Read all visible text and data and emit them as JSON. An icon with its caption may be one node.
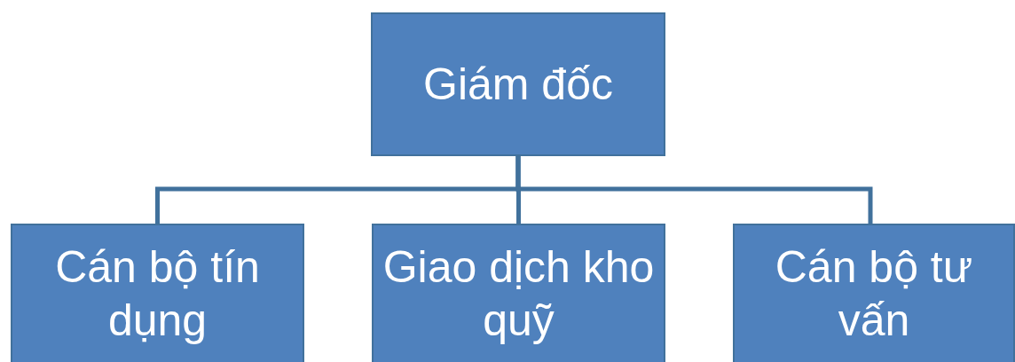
{
  "diagram": {
    "nodes": [
      {
        "text": [
          "Giám đốc"
        ]
      },
      {
        "text": [
          "Cán bộ tín dụng"
        ]
      },
      {
        "text": [
          "Giao dịch kho quỹ"
        ]
      },
      {
        "text": [
          "Cán bộ tư vấn"
        ]
      }
    ],
    "edges": [
      {
        "from": 0,
        "to": 1,
        "arrow": "none"
      },
      {
        "from": 0,
        "to": 2,
        "arrow": "none"
      },
      {
        "from": 0,
        "to": 3,
        "arrow": "none"
      }
    ]
  }
}
